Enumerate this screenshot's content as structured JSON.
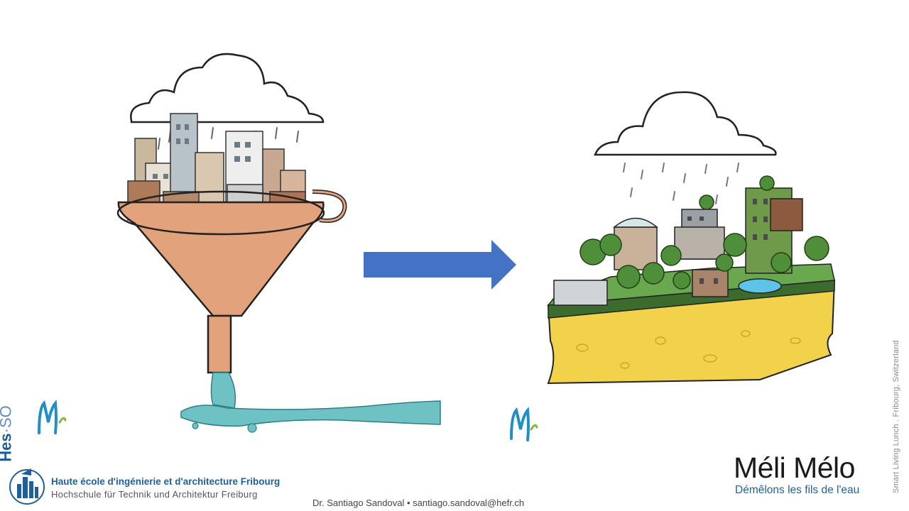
{
  "slide": {
    "side_caption": "Smart Living Lunch . Fribourg, Switzerland",
    "hes_logo": {
      "main": "Hes",
      "suffix": "·SO"
    },
    "school": {
      "name_fr": "Haute école d'ingénierie et d'architecture Fribourg",
      "name_de": "Hochschule für Technik und Architektur Freiburg"
    },
    "footer_author": "Dr. Santiago Sandoval • santiago.sandoval@hefr.ch",
    "project_logo": {
      "title": "Méli Mélo",
      "tagline": "Démêlons les fils de l'eau"
    },
    "illustrations": {
      "left": "funnel-city-icon",
      "right": "green-city-block-icon",
      "connector": "arrow-right-icon"
    },
    "colors": {
      "arrow": "#4472c4",
      "funnel": "#e2a27c",
      "water": "#6fc2c4",
      "soil": "#f2d24b",
      "grass": "#4f8f3a",
      "brand_blue": "#1f5f9a"
    }
  }
}
